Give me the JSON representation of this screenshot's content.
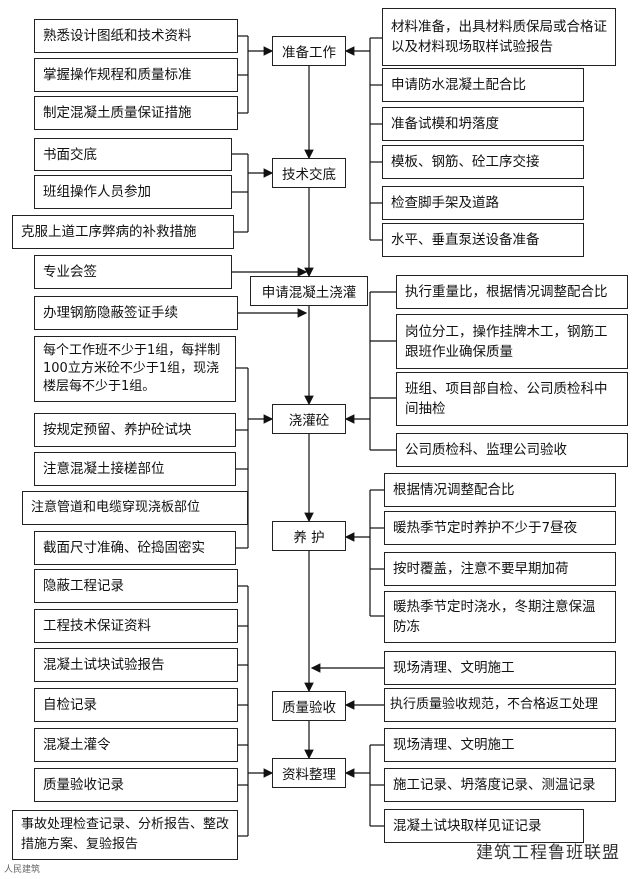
{
  "stages": {
    "prep": "准备工作",
    "tech": "技术交底",
    "apply": "申请混凝土浇灌",
    "pour": "浇灌砼",
    "cure": "养 护",
    "qa": "质量验收",
    "docs": "资料整理"
  },
  "left": {
    "l1": "熟悉设计图纸和技术资料",
    "l2": "掌握操作规程和质量标准",
    "l3": "制定混凝土质量保证措施",
    "l4": "书面交底",
    "l5": "班组操作人员参加",
    "l6": "克服上道工序弊病的补救措施",
    "l7": "专业会签",
    "l8": "办理钢筋隐蔽签证手续",
    "l9": "每个工作班不少于1组，每拌制100立方米砼不少于1组，现浇楼层每不少于1组。",
    "l10": "按规定预留、养护砼试块",
    "l11": "注意混凝土接槎部位",
    "l12": "注意管道和电缆穿现浇板部位",
    "l13": "截面尺寸准确、砼捣固密实",
    "l14": "隐蔽工程记录",
    "l15": "工程技术保证资料",
    "l16": "混凝土试块试验报告",
    "l17": "自检记录",
    "l18": "混凝土灌令",
    "l19": "质量验收记录",
    "l20": "事故处理检查记录、分析报告、整改措施方案、复验报告"
  },
  "right": {
    "r1": "材料准备，出具材料质保局或合格证以及材料现场取样试验报告",
    "r2": "申请防水混凝土配合比",
    "r3": "准备试模和坍落度",
    "r4": "模板、钢筋、砼工序交接",
    "r5": "检查脚手架及道路",
    "r6": "水平、垂直泵送设备准备",
    "r7": "执行重量比，根据情况调整配合比",
    "r8": "岗位分工，操作挂牌木工，钢筋工跟班作业确保质量",
    "r9": "班组、项目部自检、公司质检科中间抽检",
    "r10": "公司质检科、监理公司验收",
    "r11": "根据情况调整配合比",
    "r12": "暖热季节定时养护不少于7昼夜",
    "r13": "按时覆盖，注意不要早期加荷",
    "r14": "暖热季节定时浇水，冬期注意保温防冻",
    "r15": "现场清理、文明施工",
    "r16": "执行质量验收规范，不合格返工处理",
    "r17": "现场清理、文明施工",
    "r18": "施工记录、坍落度记录、测温记录",
    "r19": "混凝土试块取样见证记录"
  },
  "watermark": "建筑工程鲁班联盟",
  "watermark_small": "人民建筑"
}
